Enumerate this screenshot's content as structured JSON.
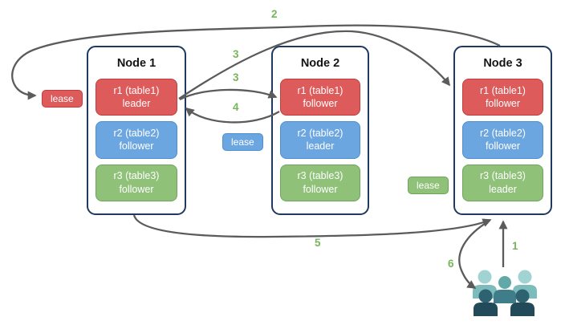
{
  "nodes": [
    {
      "title": "Node 1",
      "replicas": [
        {
          "name": "r1 (table1)",
          "role": "leader"
        },
        {
          "name": "r2 (table2)",
          "role": "follower"
        },
        {
          "name": "r3 (table3)",
          "role": "follower"
        }
      ]
    },
    {
      "title": "Node 2",
      "replicas": [
        {
          "name": "r1 (table1)",
          "role": "follower"
        },
        {
          "name": "r2 (table2)",
          "role": "leader"
        },
        {
          "name": "r3 (table3)",
          "role": "follower"
        }
      ]
    },
    {
      "title": "Node 3",
      "replicas": [
        {
          "name": "r1 (table1)",
          "role": "follower"
        },
        {
          "name": "r2 (table2)",
          "role": "follower"
        },
        {
          "name": "r3 (table3)",
          "role": "leader"
        }
      ]
    }
  ],
  "leases": [
    {
      "label": "lease",
      "color": "#dd5b5b"
    },
    {
      "label": "lease",
      "color": "#6ca6e0"
    },
    {
      "label": "lease",
      "color": "#8fc179"
    }
  ],
  "steps": {
    "s1": "1",
    "s2": "2",
    "s3a": "3",
    "s3b": "3",
    "s4": "4",
    "s5": "5",
    "s6": "6"
  },
  "icons": {
    "clients": "users-group-icon"
  },
  "colors": {
    "replica_red": "#dd5b5b",
    "replica_blue": "#6ca6e0",
    "replica_green": "#8fc179",
    "node_border": "#1e3a5f",
    "arrow": "#5b5b5b",
    "step_label": "#77b55c",
    "users_light_head": "#a1d3d3",
    "users_light_body": "#7cbcbc",
    "users_mid_head": "#61a8a8",
    "users_mid_body": "#3f7d8b",
    "users_dark_head": "#2e6271",
    "users_dark_body": "#234a59"
  }
}
